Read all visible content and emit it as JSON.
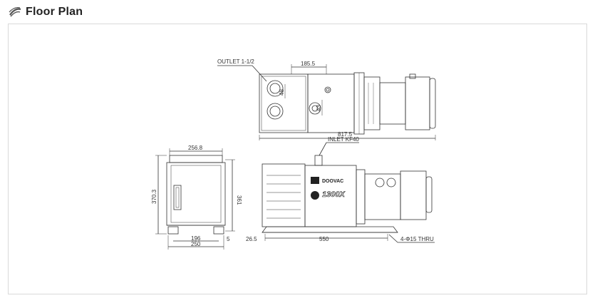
{
  "header": {
    "title": "Floor Plan",
    "icon": "swirl-logo-icon"
  },
  "drawing": {
    "top_view": {
      "outlet_label": "OUTLET 1-1/2",
      "dim_width": "185.5",
      "dim_a": "48",
      "dim_b": "43",
      "dim_total": "817.5"
    },
    "side_view": {
      "dim_width": "256.8",
      "dim_height_outer": "370.3",
      "dim_height_inner": "361",
      "dim_base_inner": "196",
      "dim_base_outer": "250",
      "dim_small": "5"
    },
    "front_view": {
      "inlet_label": "INLET KF40",
      "brand": "DOOVAC",
      "model": "1300X",
      "dim_left": "26.5",
      "dim_base": "550",
      "hole_note": "4-Φ15 THRU"
    }
  },
  "colors": {
    "line": "#333333",
    "frame_border": "#d9d9d9"
  }
}
